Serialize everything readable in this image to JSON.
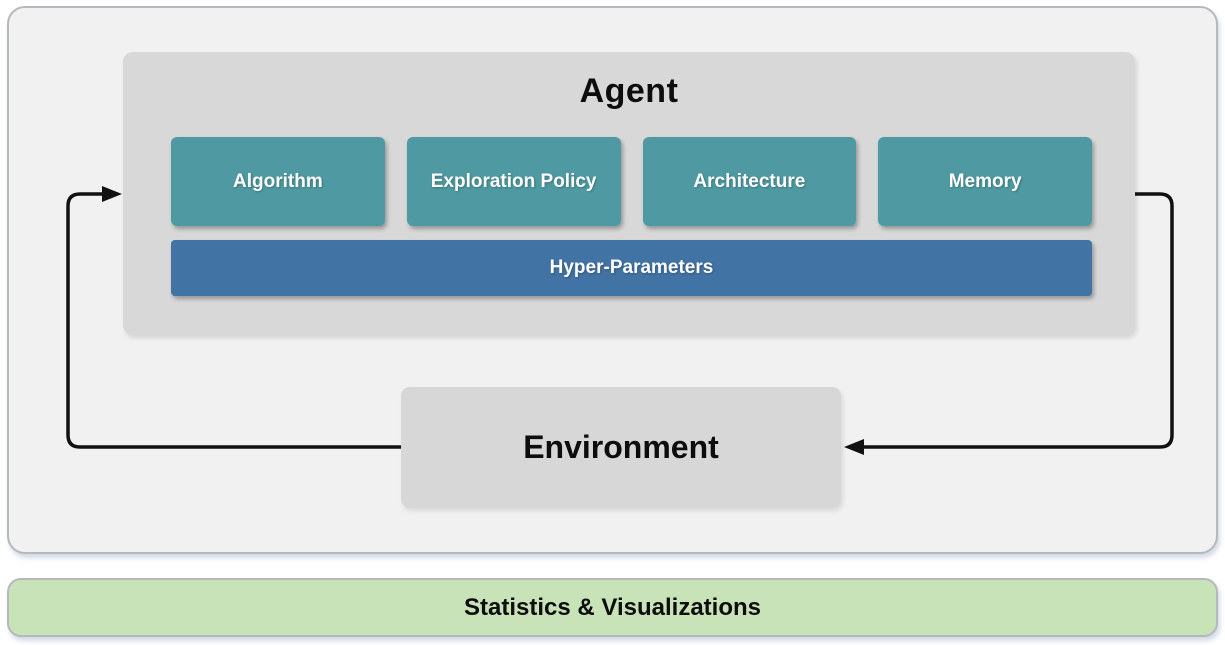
{
  "diagram": {
    "agent_panel": {
      "title": "Agent",
      "components": [
        "Algorithm",
        "Exploration Policy",
        "Architecture",
        "Memory"
      ],
      "hyper_parameters": "Hyper-Parameters"
    },
    "environment": {
      "label": "Environment"
    },
    "statistics_bar": {
      "label": "Statistics & Visualizations"
    },
    "colors": {
      "component_teal": "#4F9AA2",
      "hyper_parameters_blue": "#4273A5",
      "statistics_green": "#C9E3B8",
      "agent_panel_gray": "#D8D8D8",
      "environment_gray": "#D7D7D7",
      "outer_background": "#F1F1F2",
      "arrow_black": "#111111"
    }
  }
}
